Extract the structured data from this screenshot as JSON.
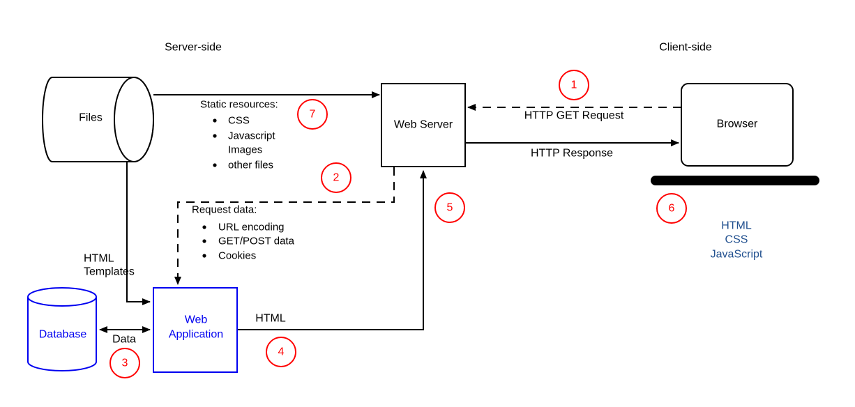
{
  "diagram": {
    "regions": {
      "server_side": "Server-side",
      "client_side": "Client-side"
    },
    "nodes": {
      "files": {
        "label": "Files"
      },
      "web_server": {
        "label": "Web Server"
      },
      "browser": {
        "label": "Browser"
      },
      "database": {
        "label": "Database"
      },
      "web_application": {
        "line1": "Web",
        "line2": "Application"
      }
    },
    "flows": {
      "static_resources": {
        "title": "Static resources:",
        "items": [
          "CSS",
          "Javascript",
          "Images",
          "other files"
        ]
      },
      "http_get": {
        "label": "HTTP GET Request"
      },
      "http_response": {
        "label": "HTTP Response"
      },
      "request_data": {
        "title": "Request data:",
        "items": [
          "URL encoding",
          "GET/POST data",
          "Cookies"
        ]
      },
      "html_templates": {
        "line1": "HTML",
        "line2": "Templates"
      },
      "database_data": {
        "label": "Data"
      },
      "generated_html": {
        "label": "HTML"
      }
    },
    "client_outputs": [
      "HTML",
      "CSS",
      "JavaScript"
    ],
    "steps": [
      "1",
      "2",
      "3",
      "4",
      "5",
      "6",
      "7"
    ],
    "colors": {
      "node_blue": "#0000f0",
      "step_red": "#ff0000",
      "client_text_blue": "#21508f",
      "line_black": "#000000"
    }
  }
}
